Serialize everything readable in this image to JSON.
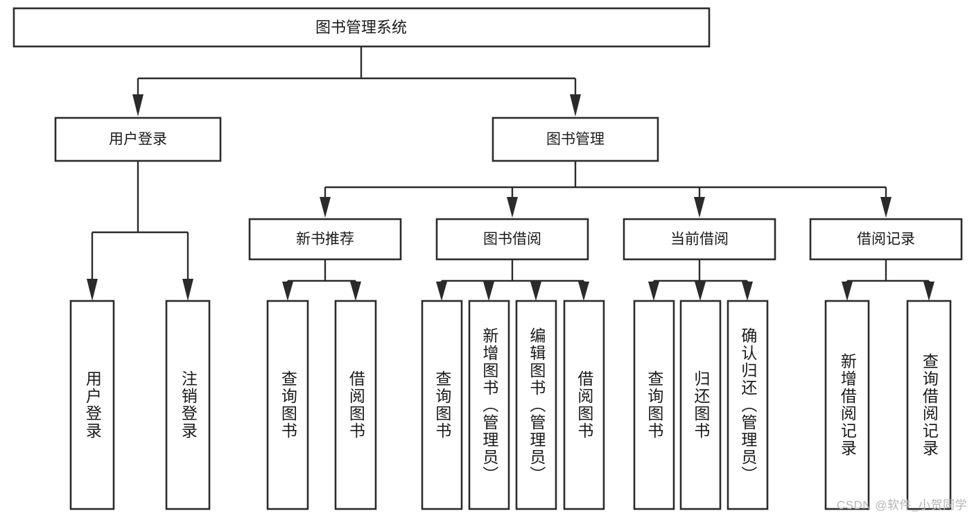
{
  "diagram": {
    "title": "图书管理系统",
    "watermark": "CSDN @软件_小贺同学",
    "root": {
      "label": "图书管理系统"
    },
    "level2": [
      {
        "label": "用户登录"
      },
      {
        "label": "图书管理"
      }
    ],
    "level3": [
      {
        "label": "新书推荐"
      },
      {
        "label": "图书借阅"
      },
      {
        "label": "当前借阅"
      },
      {
        "label": "借阅记录"
      }
    ],
    "leaves": {
      "user_login": [
        {
          "label": "用户登录"
        },
        {
          "label": "注销登录"
        }
      ],
      "new_book_recommend": [
        {
          "label": "查询图书"
        },
        {
          "label": "借阅图书"
        }
      ],
      "book_borrow": [
        {
          "label": "查询图书"
        },
        {
          "label": "新增图书（管理员）"
        },
        {
          "label": "编辑图书（管理员）"
        },
        {
          "label": "借阅图书"
        }
      ],
      "current_borrow": [
        {
          "label": "查询图书"
        },
        {
          "label": "归还图书"
        },
        {
          "label": "确认归还（管理员）"
        }
      ],
      "borrow_record": [
        {
          "label": "新增借阅记录"
        },
        {
          "label": "查询借阅记录"
        }
      ]
    },
    "colors": {
      "stroke": "#2b2b2b",
      "fill": "#ffffff",
      "text": "#1a1a1a",
      "watermark": "#b4b4b4"
    }
  }
}
